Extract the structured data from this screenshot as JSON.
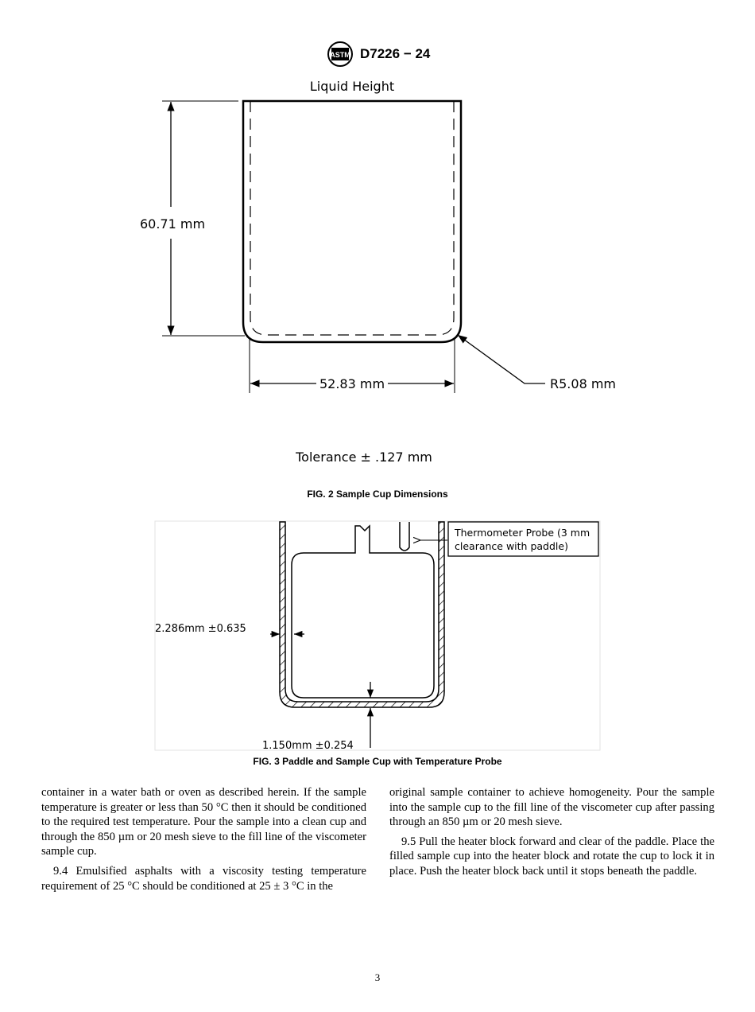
{
  "header": {
    "logo_text": "ASTM",
    "doc_id": "D7226 − 24"
  },
  "figure2": {
    "liquid_height_label": "Liquid Height",
    "height_dim": "60.71 mm",
    "width_dim": "52.83 mm",
    "radius_dim": "R5.08 mm",
    "tolerance": "Tolerance ± .127 mm",
    "caption": "FIG. 2 Sample Cup Dimensions"
  },
  "figure3": {
    "probe_label_line1": "Thermometer Probe (3 mm",
    "probe_label_line2": "clearance with paddle)",
    "wall_dim": "2.286mm ±0.635",
    "bottom_dim": "1.150mm ±0.254",
    "caption": "FIG. 3 Paddle and Sample Cup with Temperature Probe"
  },
  "body": {
    "left_para1": "container in a water bath or oven as described herein. If the sample temperature is greater or less than 50 °C then it should be conditioned to the required test temperature. Pour the sample into a clean cup and through the 850 µm or 20 mesh sieve to the fill line of the viscometer sample cup.",
    "left_para2": "9.4 Emulsified asphalts with a viscosity testing temperature requirement of 25 °C should be conditioned at 25 ± 3 °C in the",
    "right_para1": "original sample container to achieve homogeneity. Pour the sample into the sample cup to the fill line of the viscometer cup after passing through an 850 µm or 20 mesh sieve.",
    "right_para2": "9.5 Pull the heater block forward and clear of the paddle. Place the filled sample cup into the heater block and rotate the cup to lock it in place. Push the heater block back until it stops beneath the paddle."
  },
  "page_number": "3"
}
